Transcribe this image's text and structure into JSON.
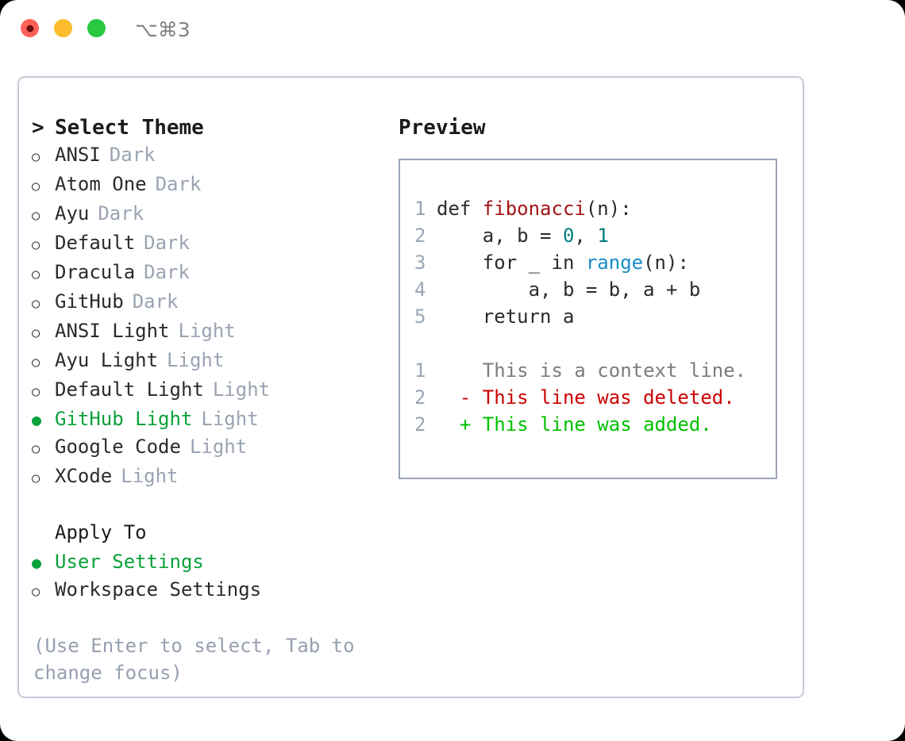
{
  "titlebar": {
    "shortcut": "⌥⌘3",
    "buttons": [
      {
        "name": "close",
        "color": "#ff6159"
      },
      {
        "name": "minimize",
        "color": "#fdbc2e"
      },
      {
        "name": "zoom",
        "color": "#28c840"
      }
    ]
  },
  "theme_panel": {
    "caret": ">",
    "title": "Select Theme",
    "marker_unselected": "○",
    "marker_selected": "●",
    "items": [
      {
        "label": "ANSI",
        "variant": "Dark",
        "selected": false
      },
      {
        "label": "Atom One",
        "variant": "Dark",
        "selected": false
      },
      {
        "label": "Ayu",
        "variant": "Dark",
        "selected": false
      },
      {
        "label": "Default",
        "variant": "Dark",
        "selected": false
      },
      {
        "label": "Dracula",
        "variant": "Dark",
        "selected": false
      },
      {
        "label": "GitHub",
        "variant": "Dark",
        "selected": false
      },
      {
        "label": "ANSI Light",
        "variant": "Light",
        "selected": false
      },
      {
        "label": "Ayu Light",
        "variant": "Light",
        "selected": false
      },
      {
        "label": "Default Light",
        "variant": "Light",
        "selected": false
      },
      {
        "label": "GitHub Light",
        "variant": "Light",
        "selected": true
      },
      {
        "label": "Google Code",
        "variant": "Light",
        "selected": false
      },
      {
        "label": "XCode",
        "variant": "Light",
        "selected": false
      }
    ]
  },
  "apply_to": {
    "title": "Apply To",
    "items": [
      {
        "label": "User Settings",
        "selected": true
      },
      {
        "label": "Workspace Settings",
        "selected": false
      }
    ]
  },
  "hint": "(Use Enter to select, Tab to change focus)",
  "preview": {
    "title": "Preview",
    "code_lines": [
      {
        "num": "1",
        "segments": [
          {
            "text": "def ",
            "kind": "plain"
          },
          {
            "text": "fibonacci",
            "kind": "fn"
          },
          {
            "text": "(n):",
            "kind": "plain"
          }
        ]
      },
      {
        "num": "2",
        "segments": [
          {
            "text": "    a, b = ",
            "kind": "plain"
          },
          {
            "text": "0",
            "kind": "num"
          },
          {
            "text": ", ",
            "kind": "plain"
          },
          {
            "text": "1",
            "kind": "num"
          }
        ]
      },
      {
        "num": "3",
        "segments": [
          {
            "text": "    for _ in ",
            "kind": "plain"
          },
          {
            "text": "range",
            "kind": "builtin"
          },
          {
            "text": "(n):",
            "kind": "plain"
          }
        ]
      },
      {
        "num": "4",
        "segments": [
          {
            "text": "        a, b = b, a + b",
            "kind": "plain"
          }
        ]
      },
      {
        "num": "5",
        "segments": [
          {
            "text": "    return a",
            "kind": "plain"
          }
        ]
      }
    ],
    "diff_lines": [
      {
        "num": "1",
        "marker": " ",
        "text": "This is a context line.",
        "kind": "context"
      },
      {
        "num": "2",
        "marker": "-",
        "text": "This line was deleted.",
        "kind": "deleted"
      },
      {
        "num": "2",
        "marker": "+",
        "text": "This line was added.",
        "kind": "added"
      }
    ]
  },
  "colors": {
    "accent_green": "#0ba13a",
    "muted": "#9aa3b2",
    "hint": "#97a0b0",
    "diff_add": "#00c000",
    "diff_del": "#cc0000",
    "syntax_fn": "#a31515",
    "syntax_num": "#007d7d",
    "syntax_builtin": "#1a8cc8"
  }
}
